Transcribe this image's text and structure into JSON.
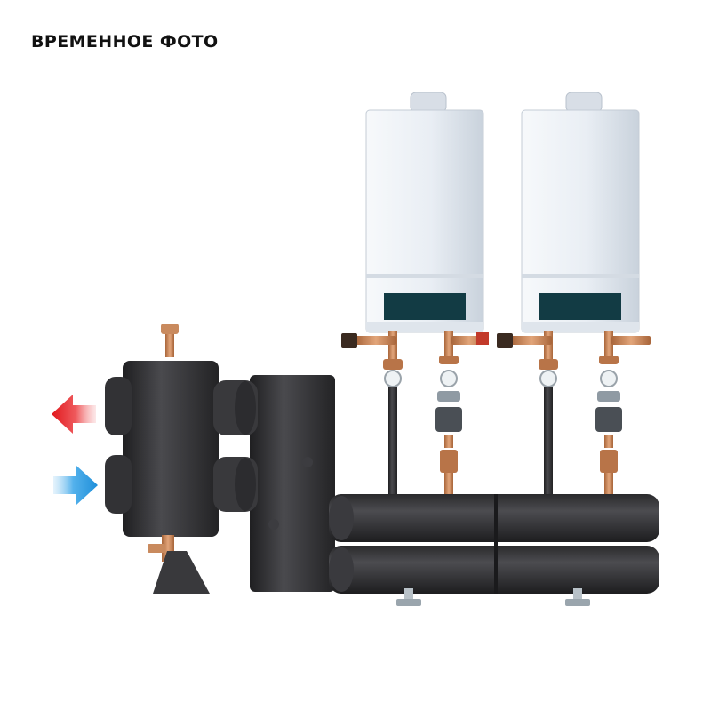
{
  "caption": "ВРЕМЕННОЕ ФОТО",
  "colors": {
    "hot_arrow": "#e8282d",
    "cold_arrow": "#2d9be0",
    "pipe_dark": "#2e2e30",
    "boiler_body": "#e8edf3",
    "copper": "#c9865a"
  },
  "icons": [
    "hot-water-outlet-arrow",
    "cold-water-return-arrow"
  ]
}
